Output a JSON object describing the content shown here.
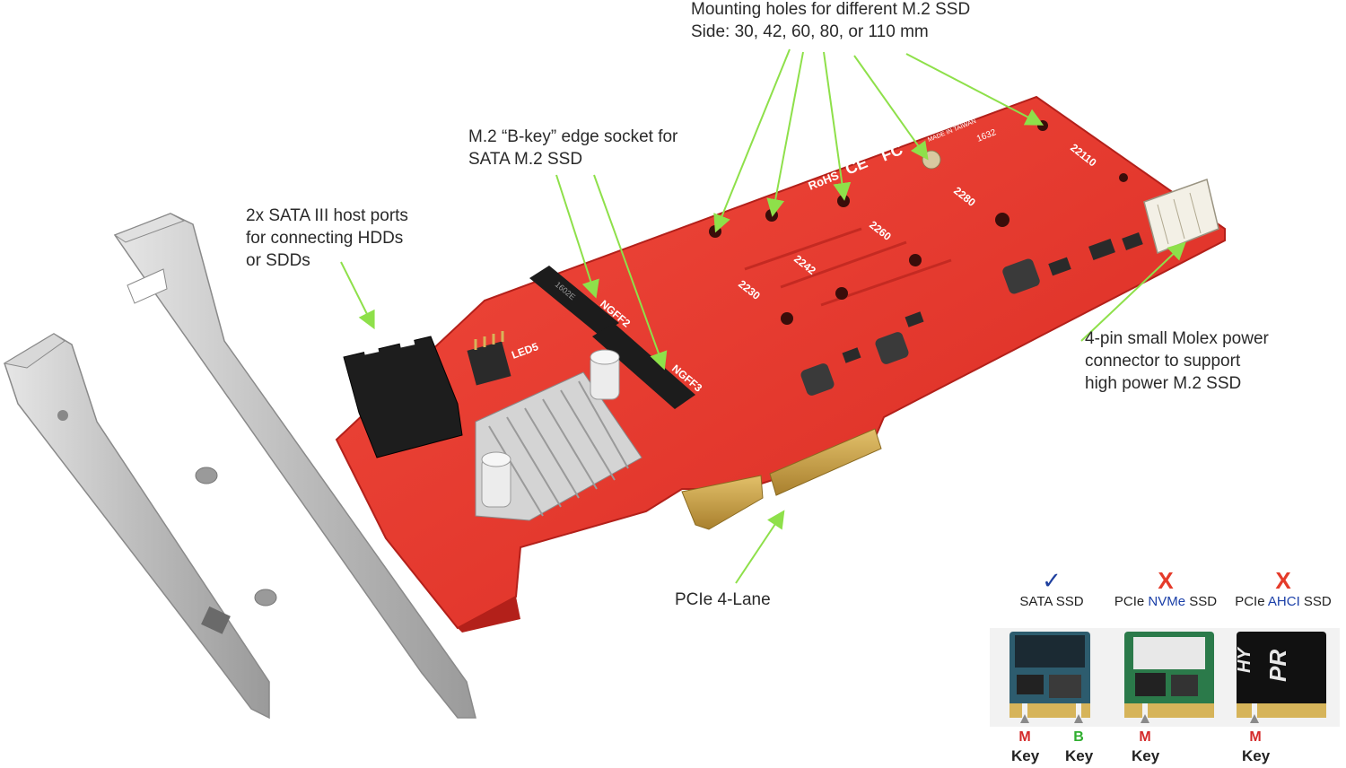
{
  "callouts": {
    "mounting_holes": [
      "Mounting holes for different M.2 SSD",
      "Side: 30, 42, 60, 80, or 110 mm"
    ],
    "bkey_socket": [
      "M.2 “B-key” edge socket for",
      "SATA M.2 SSD"
    ],
    "sata_ports": [
      "2x SATA III host ports",
      "for connecting HDDs",
      "or SDDs"
    ],
    "molex": [
      "4-pin small Molex power",
      "connector to support",
      "high power M.2 SSD"
    ],
    "pcie": [
      "PCIe 4-Lane"
    ]
  },
  "board_labels": {
    "ngff2": "NGFF2",
    "ngff3": "NGFF3",
    "led5": "LED5",
    "s2230": "2230",
    "s2242": "2242",
    "s2260": "2260",
    "s2280": "2280",
    "s22110": "22110",
    "rohs": "RoHS",
    "ce": "CE",
    "fc": "FC",
    "made_in": "MADE IN TAIWAN",
    "code": "1632",
    "socket_code": "1602E"
  },
  "legend": [
    {
      "mark": "✓",
      "status": "check",
      "label_pre": "SATA SSD",
      "label_hl": "",
      "label_post": ""
    },
    {
      "mark": "X",
      "status": "cross",
      "label_pre": "PCIe ",
      "label_hl": "NVMe",
      "label_post": " SSD"
    },
    {
      "mark": "X",
      "status": "cross",
      "label_pre": "PCIe ",
      "label_hl": "AHCI",
      "label_post": " SSD"
    }
  ],
  "key_labels": [
    {
      "letter": "M",
      "word": "Key"
    },
    {
      "letter": "B",
      "word": "Key"
    },
    {
      "letter": "M",
      "word": "Key"
    },
    {
      "letter": "M",
      "word": "Key"
    }
  ],
  "colors": {
    "pcb_red": "#e8342b",
    "arrow_green": "#8ee04a",
    "bracket_silver": "#c9c9c9",
    "gold_contacts": "#c9a24a",
    "check_blue": "#1e3f9e",
    "cross_red": "#e53b2a"
  }
}
